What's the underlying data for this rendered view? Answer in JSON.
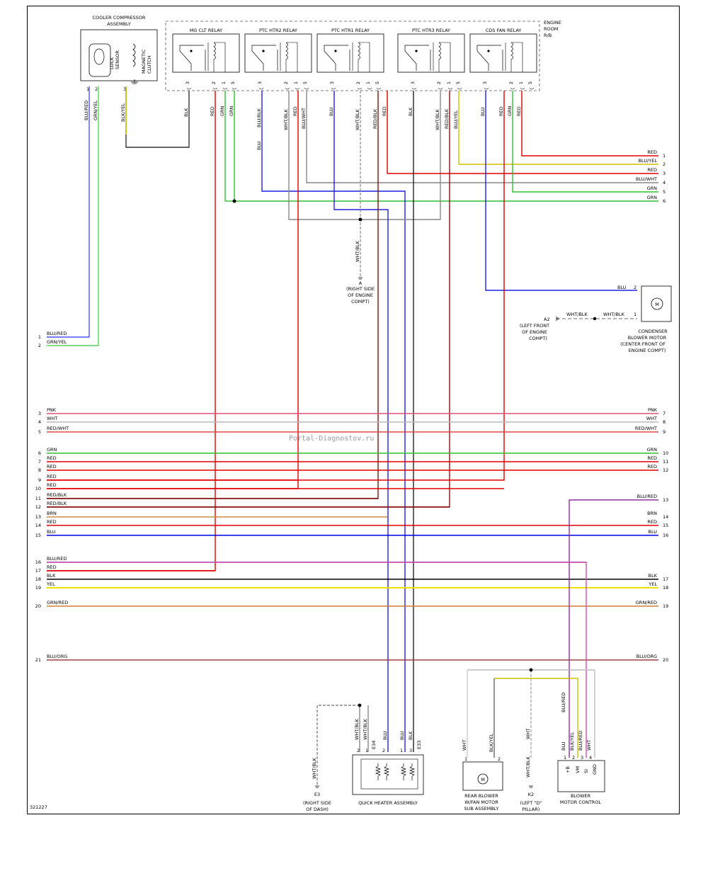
{
  "diagram_id": "321227",
  "watermark": "Portal-Diagnostov.ru",
  "components": {
    "cooler_compressor": {
      "title1": "COOLER COMPRESSOR",
      "title2": "ASSEMBLY",
      "lock": "LOCK",
      "sensor": "SENSOR",
      "magnetic": "MAGNETIC",
      "clutch": "CLUTCH"
    },
    "engine_room_rb": {
      "l1": "ENGINE",
      "l2": "ROOM",
      "l3": "R/B"
    },
    "relays": [
      {
        "name": "MG CLT RELAY",
        "pins": [
          "3",
          "2",
          "1",
          "5"
        ]
      },
      {
        "name": "PTC HTR2 RELAY",
        "pins": [
          "3",
          "2",
          "1",
          "5"
        ]
      },
      {
        "name": "PTC HTR1 RELAY",
        "pins": [
          "3",
          "2",
          "1",
          "5"
        ]
      },
      {
        "name": "PTC HTR3 RELAY",
        "pins": [
          "3",
          "2",
          "1",
          "5"
        ]
      },
      {
        "name": "CDS FAN RELAY",
        "pins": [
          "3",
          "2",
          "1",
          "5"
        ]
      }
    ],
    "condenser": {
      "l1": "CONDENSER",
      "l2": "BLOWER MOTOR",
      "l3": "(CENTER FRONT OF",
      "l4": "ENGINE COMPT)"
    },
    "quick_heater": {
      "label": "QUICK HEATER ASSEMBLY",
      "conn1": "E34",
      "conn2": "E33"
    },
    "rear_blower": {
      "l1": "REAR BLOWER",
      "l2": "W/FAN MOTOR",
      "l3": "SUB ASSEMBLY"
    },
    "blower_ctrl": {
      "l1": "BLOWER",
      "l2": "MOTOR CONTROL",
      "pins": [
        "+B",
        "VM",
        "SI",
        "GND"
      ]
    }
  },
  "grounds": {
    "a_engine": {
      "id": "A",
      "l1": "(RIGHT SIDE",
      "l2": "OF ENGINE",
      "l3": "COMPT)"
    },
    "a2": {
      "id": "A2",
      "l1": "(LEFT FRONT",
      "l2": "OF ENGINE",
      "l3": "COMPT)"
    },
    "e3": {
      "id": "E3",
      "l1": "(RIGHT SIDE",
      "l2": "OF DASH)"
    },
    "k2": {
      "id": "K2",
      "l1": "(LEFT \"D\"",
      "l2": "PILLAR)"
    }
  },
  "left_harness": [
    {
      "n": "3",
      "label": "PNK",
      "color": "#e0507a"
    },
    {
      "n": "4",
      "label": "WHT",
      "color": "#b8b8b8"
    },
    {
      "n": "5",
      "label": "RED/WHT",
      "color": "#e04a4a"
    },
    {
      "n": "6",
      "label": "GRN",
      "color": "#30c030"
    },
    {
      "n": "7",
      "label": "RED",
      "color": "#e00000"
    },
    {
      "n": "8",
      "label": "RED",
      "color": "#e00000"
    },
    {
      "n": "9",
      "label": "RED",
      "color": "#e00000"
    },
    {
      "n": "10",
      "label": "RED",
      "color": "#e00000"
    },
    {
      "n": "11",
      "label": "RED/BLK",
      "color": "#8a1010"
    },
    {
      "n": "12",
      "label": "RED/BLK",
      "color": "#8a1010"
    },
    {
      "n": "13",
      "label": "BRN",
      "color": "#c89040"
    },
    {
      "n": "14",
      "label": "RED",
      "color": "#e00000"
    },
    {
      "n": "15",
      "label": "BLU",
      "color": "#0000e0"
    },
    {
      "n": "16",
      "label": "BLU/RED",
      "color": "#9030a0"
    },
    {
      "n": "17",
      "label": "RED",
      "color": "#e00000"
    },
    {
      "n": "18",
      "label": "BLK",
      "color": "#000000"
    },
    {
      "n": "19",
      "label": "YEL",
      "color": "#f0e000"
    },
    {
      "n": "20",
      "label": "GRN/RED",
      "color": "#d08030"
    },
    {
      "n": "21",
      "label": "BLU/ORG",
      "color": "#a04040"
    }
  ],
  "right_harness": [
    {
      "n": "7",
      "label": "PNK"
    },
    {
      "n": "8",
      "label": "WHT"
    },
    {
      "n": "9",
      "label": "RED/WHT"
    },
    {
      "n": "10",
      "label": "GRN"
    },
    {
      "n": "11",
      "label": "RED"
    },
    {
      "n": "12",
      "label": "RED"
    },
    {
      "n": "13",
      "label": "BLU/RED"
    },
    {
      "n": "14",
      "label": "BRN"
    },
    {
      "n": "15",
      "label": "RED"
    },
    {
      "n": "16",
      "label": "BLU"
    },
    {
      "n": "17",
      "label": "BLK"
    },
    {
      "n": "18",
      "label": "YEL"
    },
    {
      "n": "19",
      "label": "GRN/RED"
    },
    {
      "n": "20",
      "label": "BLU/ORG"
    }
  ],
  "top_right_harness": [
    {
      "n": "1",
      "label": "RED"
    },
    {
      "n": "2",
      "label": "BLU/YEL"
    },
    {
      "n": "3",
      "label": "RED"
    },
    {
      "n": "4",
      "label": "BLU/WHT"
    },
    {
      "n": "5",
      "label": "GRN"
    },
    {
      "n": "6",
      "label": "GRN"
    }
  ],
  "left_top_harness": [
    {
      "n": "1",
      "label": "BLU/RED"
    },
    {
      "n": "2",
      "label": "GRN/YEL"
    }
  ],
  "wire_labels": {
    "blu_red": "BLU/RED",
    "grn_yel": "GRN/YEL",
    "blk_yel": "BLK/YEL",
    "blk": "BLK",
    "red": "RED",
    "grn": "GRN",
    "blu_blk": "BLU/BLK",
    "wht_blk": "WHT/BLK",
    "blu_wht": "BLU/WHT",
    "blu": "BLU",
    "red_blk": "RED/BLK",
    "blu_yel": "BLU/YEL",
    "wht": "WHT"
  }
}
